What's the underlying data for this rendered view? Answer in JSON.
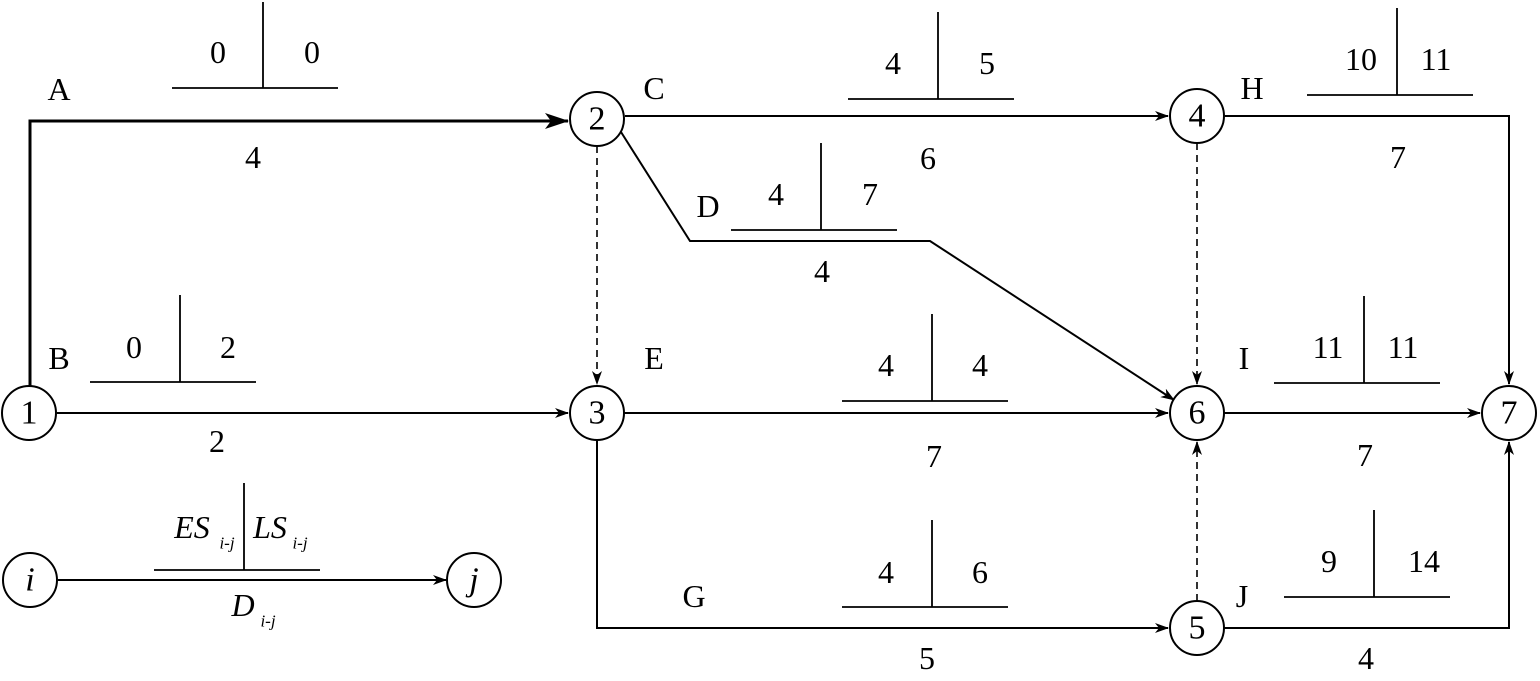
{
  "nodes": [
    {
      "id": "node-1",
      "label": "1"
    },
    {
      "id": "node-2",
      "label": "2"
    },
    {
      "id": "node-3",
      "label": "3"
    },
    {
      "id": "node-4",
      "label": "4"
    },
    {
      "id": "node-5",
      "label": "5"
    },
    {
      "id": "node-6",
      "label": "6"
    },
    {
      "id": "node-7",
      "label": "7"
    }
  ],
  "activities": {
    "A": {
      "name": "A",
      "duration": "4",
      "es": "0",
      "ls": "0"
    },
    "B": {
      "name": "B",
      "duration": "2",
      "es": "0",
      "ls": "2"
    },
    "C": {
      "name": "C",
      "duration": "6",
      "es": "4",
      "ls": "5"
    },
    "D": {
      "name": "D",
      "duration": "4",
      "es": "4",
      "ls": "7"
    },
    "E": {
      "name": "E",
      "duration": "7",
      "es": "4",
      "ls": "4"
    },
    "G": {
      "name": "G",
      "duration": "5",
      "es": "4",
      "ls": "6"
    },
    "H": {
      "name": "H",
      "duration": "7",
      "es": "10",
      "ls": "11"
    },
    "I": {
      "name": "I",
      "duration": "7",
      "es": "11",
      "ls": "11"
    },
    "J": {
      "name": "J",
      "duration": "4",
      "es": "9",
      "ls": "14"
    }
  },
  "legend": {
    "start_node": "i",
    "end_node": "j",
    "es": "ES",
    "ls": "LS",
    "duration": "D",
    "subscript": "i-j"
  }
}
